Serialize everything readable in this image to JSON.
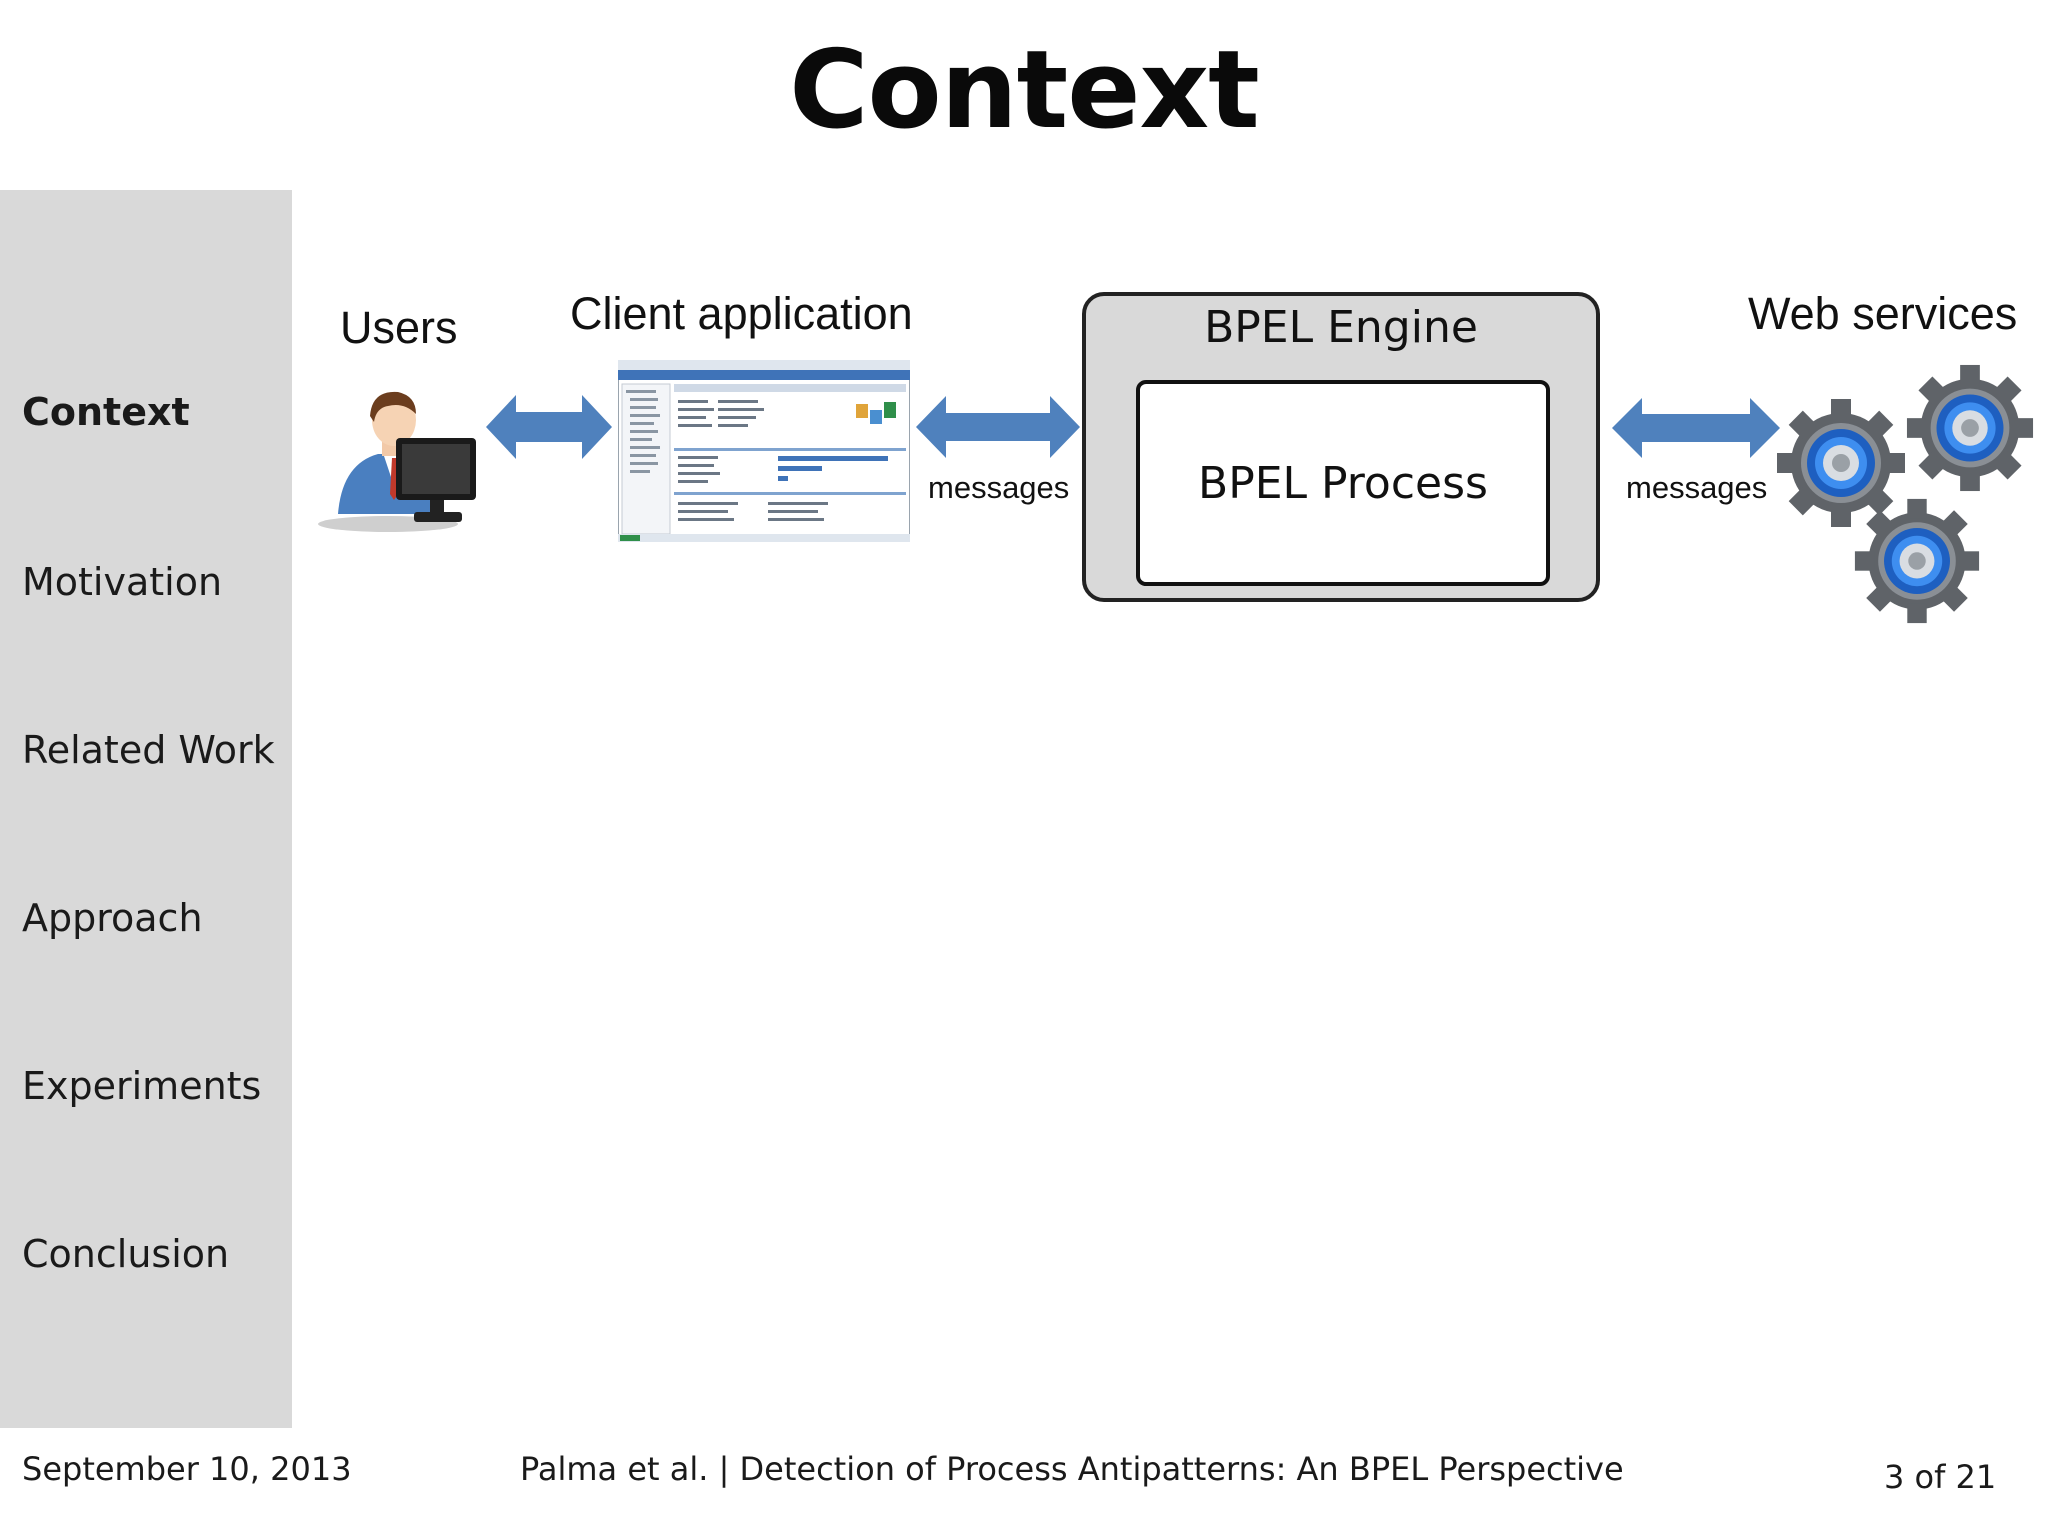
{
  "slide": {
    "title": "Context"
  },
  "sidebar": {
    "items": [
      {
        "label": "Context",
        "active": true
      },
      {
        "label": "Motivation",
        "active": false
      },
      {
        "label": "Related Work",
        "active": false
      },
      {
        "label": "Approach",
        "active": false
      },
      {
        "label": "Experiments",
        "active": false
      },
      {
        "label": "Conclusion",
        "active": false
      }
    ]
  },
  "diagram": {
    "users_label": "Users",
    "client_label": "Client application",
    "engine_label": "BPEL Engine",
    "process_label": "BPEL Process",
    "services_label": "Web services",
    "message_left": "messages",
    "message_right": "messages",
    "icons": [
      "user-at-computer-icon",
      "application-screenshot-icon",
      "gear-icon"
    ],
    "arrow_color": "#4f81bd"
  },
  "footer": {
    "date": "September 10, 2013",
    "citation": "Palma et al. | Detection of Process Antipatterns: An BPEL Perspective",
    "page": "3 of 21"
  }
}
